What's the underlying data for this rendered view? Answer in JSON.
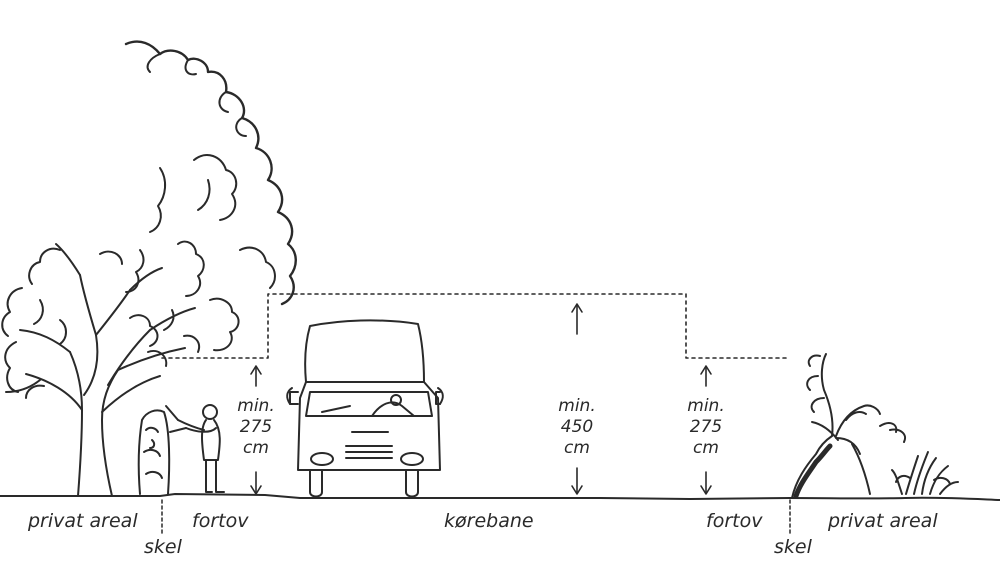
{
  "labels": {
    "private_left": "privat areal",
    "property_line_left": "skel",
    "sidewalk_left": "fortov",
    "roadway": "kørebane",
    "sidewalk_right": "fortov",
    "property_line_right": "skel",
    "private_right": "privat areal"
  },
  "dimensions": {
    "sidewalk_left": {
      "prefix": "min.",
      "value": "275",
      "unit": "cm"
    },
    "roadway": {
      "prefix": "min.",
      "value": "450",
      "unit": "cm"
    },
    "sidewalk_right": {
      "prefix": "min.",
      "value": "275",
      "unit": "cm"
    }
  },
  "colors": {
    "ink": "#2a2a2a",
    "background": "#ffffff"
  },
  "icons": [
    "tree-icon",
    "hedge-icon",
    "person-trimming-hedge-icon",
    "truck-icon",
    "shrub-icon",
    "grass-tuft-icon"
  ]
}
